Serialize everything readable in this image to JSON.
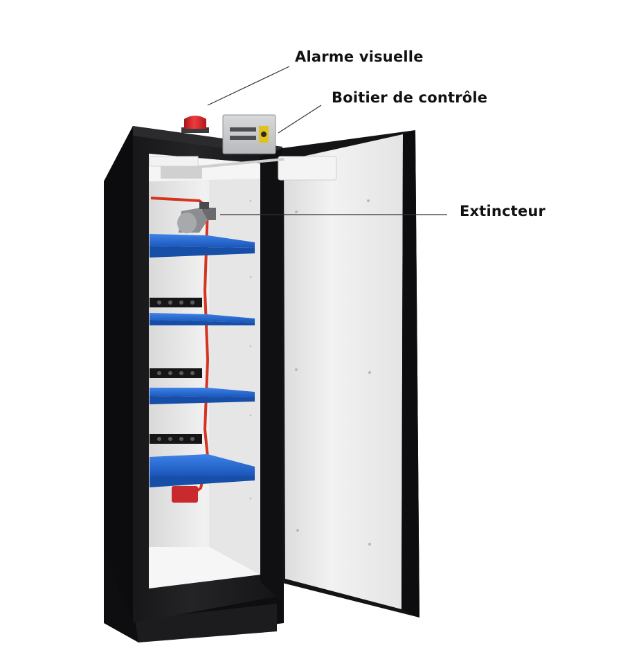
{
  "callouts": {
    "visual_alarm": "Alarme visuelle",
    "control_box": "Boitier de contrôle",
    "extinguisher": "Extincteur"
  },
  "colors": {
    "cabinet_body": "#1b1b1d",
    "interior": "#e9e9e9",
    "door_panel": "#eeeeee",
    "shelf": "#1f5fc4",
    "shelf_edge": "#2a73e0",
    "alarm_light": "#d6242a",
    "cable": "#d4331f",
    "control_box": "#c9cacc",
    "label_text": "#111111"
  },
  "icons": [
    "visual-alarm-icon",
    "control-box-icon",
    "fire-extinguisher-icon",
    "power-strip-icon",
    "door-closer-icon"
  ]
}
